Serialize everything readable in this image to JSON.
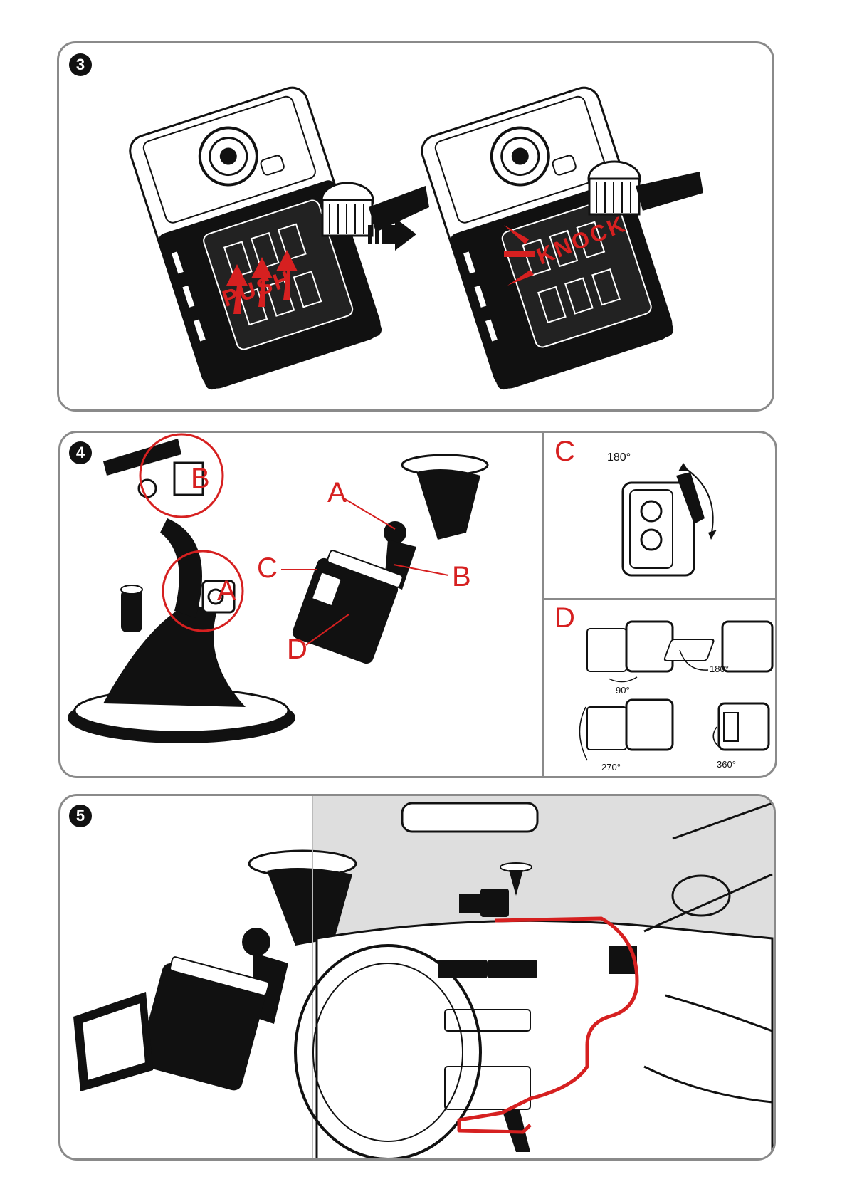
{
  "steps": {
    "s3": "3",
    "s4": "4",
    "s5": "5"
  },
  "step3": {
    "push_text": "PUSH",
    "knock_text": "KNOCK"
  },
  "step4": {
    "label_a": "A",
    "label_b": "B",
    "label_c": "C",
    "label_d": "D",
    "inset_c_title": "C",
    "inset_c_angle": "180°",
    "inset_d_title": "D",
    "angle_90": "90°",
    "angle_180": "180°",
    "angle_270": "270°",
    "angle_360": "360°"
  },
  "colors": {
    "accent_red": "#d62020",
    "outline_gray": "#8a8a8a",
    "ink": "#111111"
  }
}
